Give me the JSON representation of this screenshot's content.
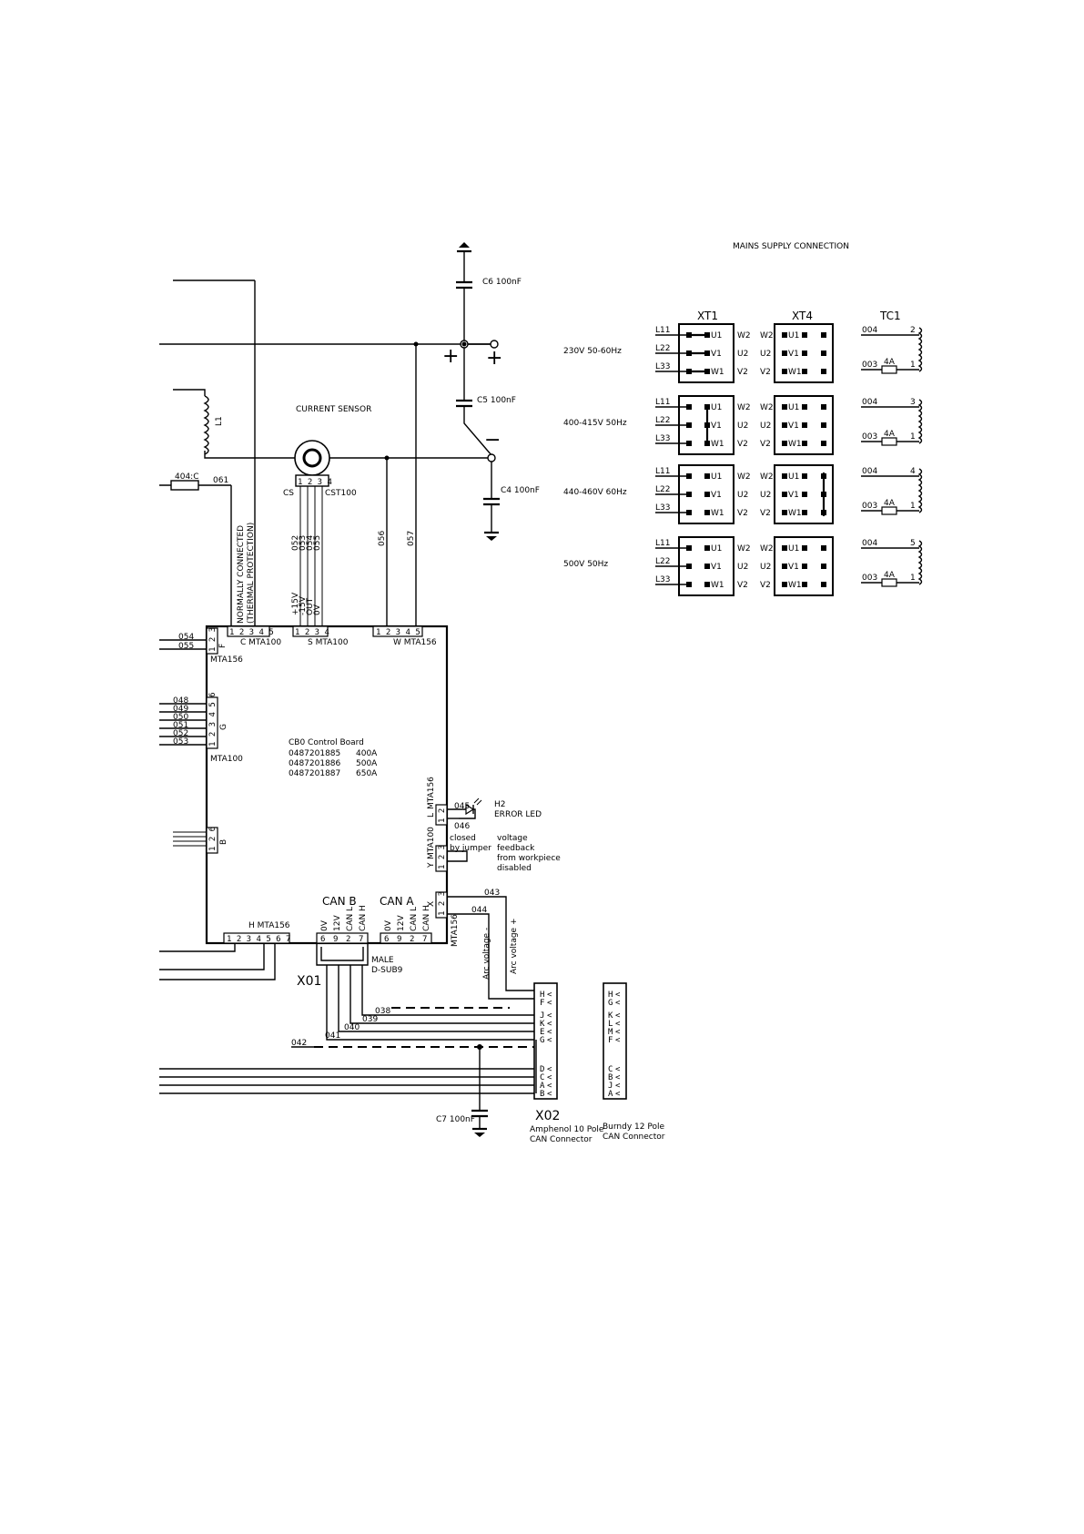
{
  "mains": {
    "title": "MAINS SUPPLY CONNECTION",
    "xt1": "XT1",
    "xt4": "XT4",
    "tc1": "TC1",
    "rows": [
      {
        "voltage": "230V 50-60Hz",
        "tap": "2"
      },
      {
        "voltage": "400-415V 50Hz",
        "tap": "3"
      },
      {
        "voltage": "440-460V 60Hz",
        "tap": "4"
      },
      {
        "voltage": "500V 50Hz",
        "tap": "5"
      }
    ],
    "line_labels": [
      "L11",
      "L22",
      "L33"
    ],
    "xt1_inner": [
      "U1",
      "V1",
      "W1"
    ],
    "xt1_right": [
      "W2",
      "U2",
      "V2"
    ],
    "xt4_left": [
      "W2",
      "U2",
      "V2"
    ],
    "xt4_inner": [
      "U1",
      "V1",
      "W1"
    ],
    "tc_wire_top": "004",
    "tc_wire_bottom": "003",
    "tc_fuse": "4A",
    "tc_tap_bottom": "1"
  },
  "caps": {
    "c6": "C6 100nF",
    "c5": "C5 100nF",
    "c4": "C4 100nF",
    "c7": "C7 100nF",
    "plus": "+",
    "minus": "−"
  },
  "sensor": {
    "title": "CURRENT SENSOR",
    "cs": "CS",
    "model": "CST100",
    "pins": "1 2 3 4",
    "wires": [
      "052",
      "053",
      "054",
      "055"
    ],
    "pin_functions": [
      "+15V",
      "-15V",
      "OUT",
      "0V"
    ]
  },
  "inductor": {
    "label": "L1"
  },
  "fuse_404": {
    "label": "404:C",
    "wire": "061"
  },
  "thermal": {
    "line1": "NORMALLY CONNECTED",
    "line2": "(THERMAL PROTECTION)"
  },
  "wires_top": [
    "056",
    "057"
  ],
  "board": {
    "title": "CB0 Control Board",
    "parts": [
      {
        "number": "0487201885",
        "rating": "400A"
      },
      {
        "number": "0487201886",
        "rating": "500A"
      },
      {
        "number": "0487201887",
        "rating": "650A"
      }
    ],
    "conn_c": {
      "pins": "1 2 3 4 5",
      "label": "C  MTA100"
    },
    "conn_s": {
      "pins": "1 2 3 4",
      "label": "S MTA100"
    },
    "conn_w": {
      "pins": "1 2 3 4 5",
      "label": "W MTA156"
    },
    "conn_f": {
      "pins": "1 2 3",
      "letter": "F",
      "label": "MTA156",
      "wires": [
        "054",
        "055"
      ]
    },
    "conn_g": {
      "pins": "1 2 3 4 5 6",
      "letter": "G",
      "label": "MTA100",
      "wires": [
        "048",
        "049",
        "050",
        "051",
        "052",
        "053"
      ]
    },
    "conn_b": {
      "pins": "1 2 6",
      "letter": "B"
    },
    "conn_l": {
      "pins": "1 2",
      "letter": "L",
      "label": "MTA156"
    },
    "conn_y": {
      "pins": "1 2 3",
      "letter": "Y",
      "label": "MTA100"
    },
    "conn_x": {
      "pins": "1 2 3",
      "letter": "X",
      "label": "MTA156"
    },
    "conn_h": {
      "pins": "1 2 3 4 5 6 7",
      "label": "H MTA156"
    },
    "can_b": {
      "title": "CAN B",
      "pins": [
        "6",
        "9",
        "2",
        "7"
      ],
      "signals": [
        "0V",
        "12V",
        "CAN L",
        "CAN H"
      ]
    },
    "can_a": {
      "title": "CAN A",
      "pins": [
        "6",
        "9",
        "2",
        "7"
      ],
      "signals": [
        "0V",
        "12V",
        "CAN L",
        "CAN H"
      ]
    }
  },
  "led": {
    "wires": [
      "045",
      "046"
    ],
    "ref": "H2",
    "name": "ERROR LED"
  },
  "jumper": {
    "left1": "closed",
    "left2": "by jumper",
    "note": [
      "voltage",
      "feedback",
      "from workpiece",
      "disabled"
    ]
  },
  "arc": {
    "wires": [
      "043",
      "044"
    ],
    "minus": "Arc voltage -",
    "plus": "Arc voltage +"
  },
  "x01": {
    "ref": "X01",
    "type1": "MALE",
    "type2": "D-SUB9"
  },
  "x02": {
    "ref": "X02",
    "desc1": "Amphenol 10 Pole",
    "desc2": "CAN Connector",
    "pins": [
      "H",
      "F",
      "J",
      "K",
      "E",
      "G",
      "D",
      "C",
      "A",
      "B"
    ]
  },
  "burndy": {
    "desc1": "Burndy 12 Pole",
    "desc2": "CAN Connector",
    "pins": [
      "H",
      "G",
      "K",
      "L",
      "M",
      "F",
      "C",
      "B",
      "J",
      "A"
    ]
  },
  "bottom_wires": [
    "038",
    "039",
    "040",
    "041",
    "042"
  ]
}
